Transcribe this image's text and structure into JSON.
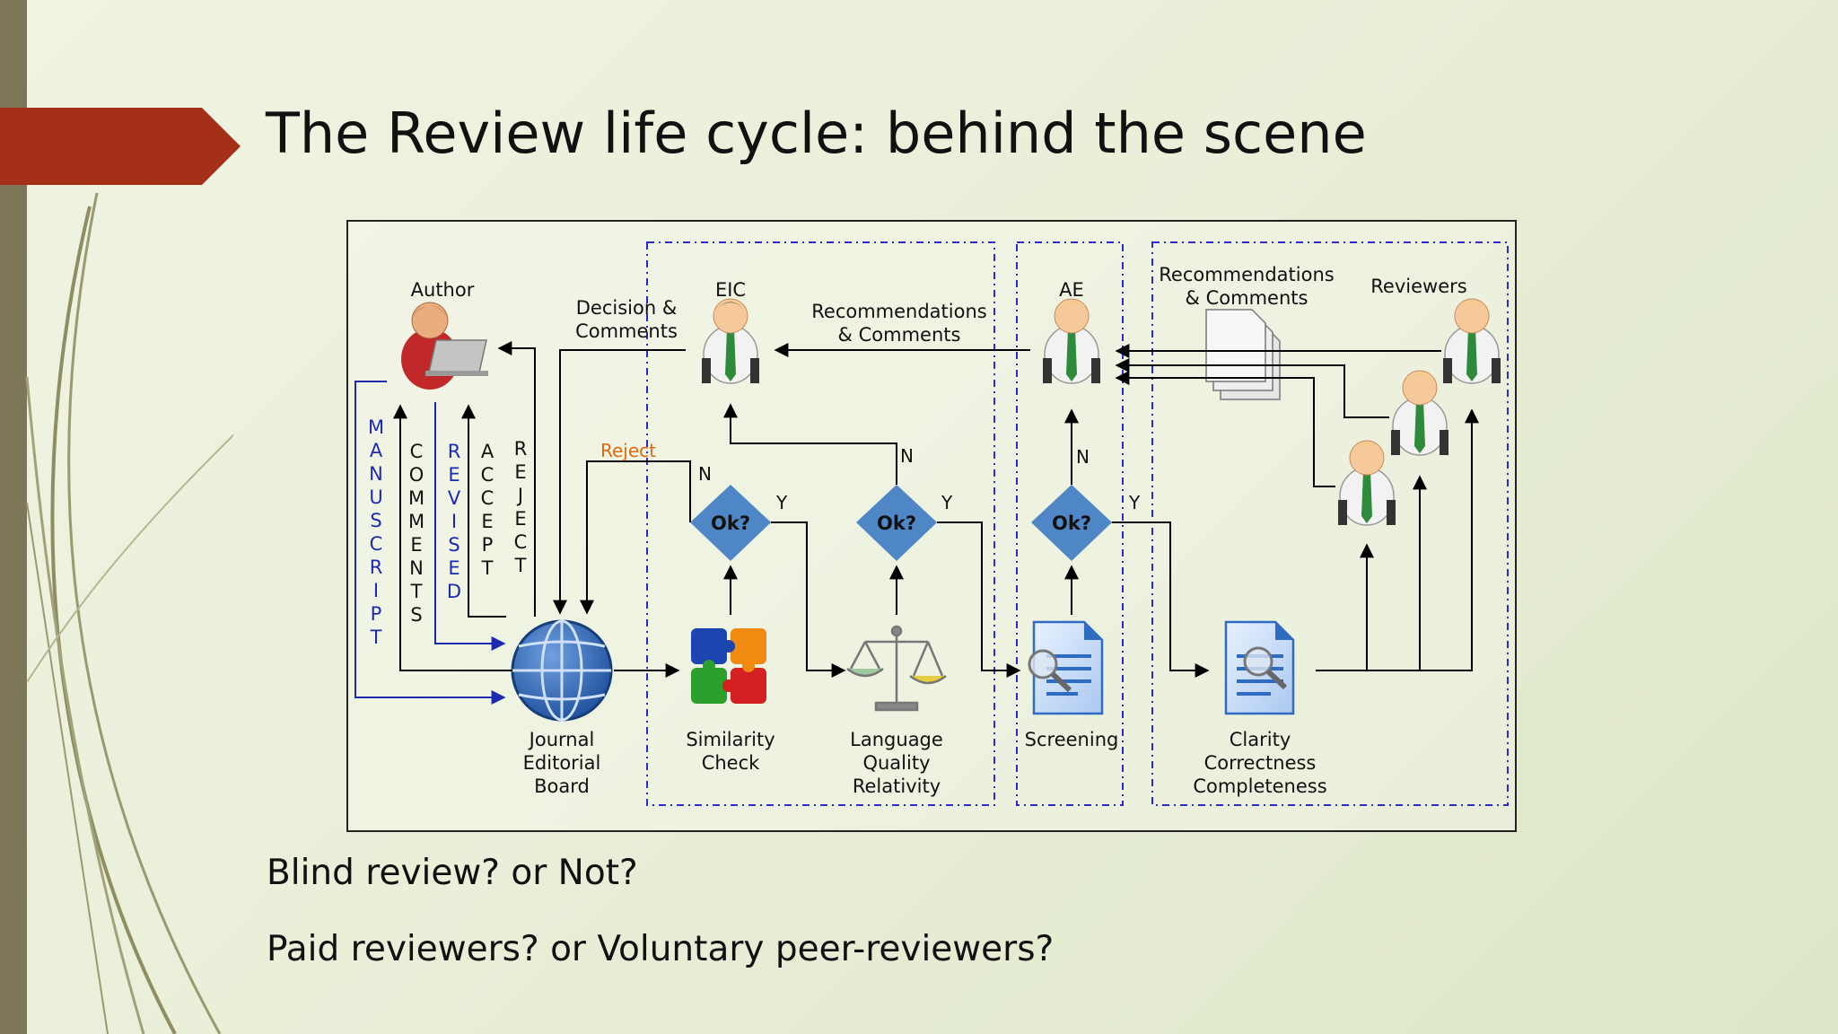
{
  "slide": {
    "title": "The Review life cycle: behind the scene",
    "bullets": [
      "Blind review? or Not?",
      "Paid reviewers? or Voluntary peer-reviewers?"
    ]
  },
  "diagram": {
    "roles": {
      "author": "Author",
      "eic": "EIC",
      "ae": "AE",
      "reviewers": "Reviewers"
    },
    "edge_labels": {
      "decision": [
        "Decision &",
        "Comments"
      ],
      "recommendations_eic": [
        "Recommendations",
        "& Comments"
      ],
      "recommendations_reviewers": [
        "Recommendations",
        "& Comments"
      ],
      "reject": "Reject"
    },
    "vertical_labels": {
      "manuscript": "MANUSCRIPT",
      "comments": "COMMENTS",
      "revised": "REVISED",
      "accept": "ACCEPT",
      "reject": "REJECT"
    },
    "decisions": {
      "label": "Ok?",
      "yes": "Y",
      "no": "N"
    },
    "stages": {
      "board": [
        "Journal",
        "Editorial",
        "Board"
      ],
      "similarity": [
        "Similarity",
        "Check"
      ],
      "language": [
        "Language",
        "Quality",
        "Relativity"
      ],
      "screening": [
        "Screening"
      ],
      "clarity": [
        "Clarity",
        "Correctness",
        "Completeness"
      ]
    },
    "colors": {
      "decision_fill": "#4f86c6",
      "manuscript_text": "#1c2ab0",
      "reject_text": "#e06a10",
      "dashed_box": "#2a2ad0"
    }
  }
}
